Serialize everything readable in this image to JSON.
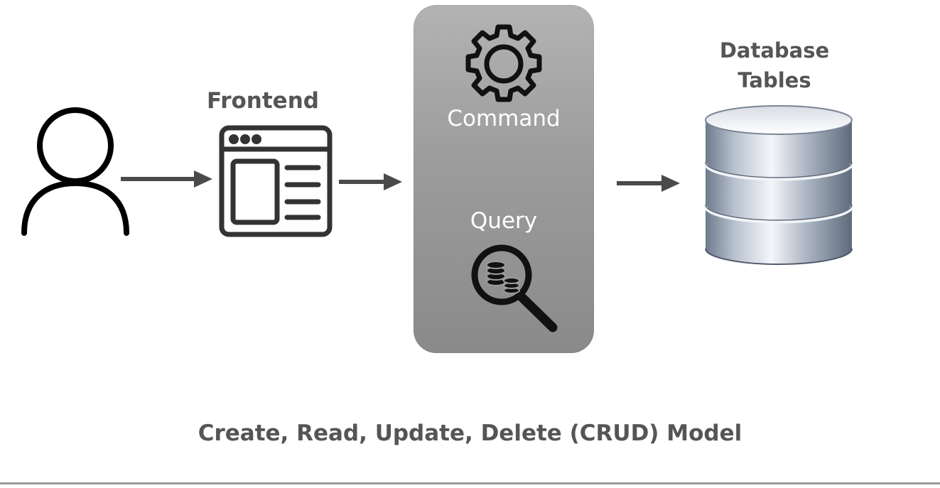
{
  "labels": {
    "frontend": "Frontend",
    "command": "Command",
    "query": "Query",
    "database_line1": "Database",
    "database_line2": "Tables"
  },
  "caption": "Create, Read, Update, Delete (CRUD) Model",
  "icons": {
    "user": "user-icon",
    "browser": "browser-window-icon",
    "gear": "gear-icon",
    "search": "search-database-icon",
    "database": "database-icon",
    "arrow": "arrow-right-icon"
  },
  "colors": {
    "text": "#555555",
    "arrow": "#4a4a4a",
    "icon_stroke": "#333333",
    "panel": "#9c9c9c",
    "panel_text": "#ffffff"
  }
}
